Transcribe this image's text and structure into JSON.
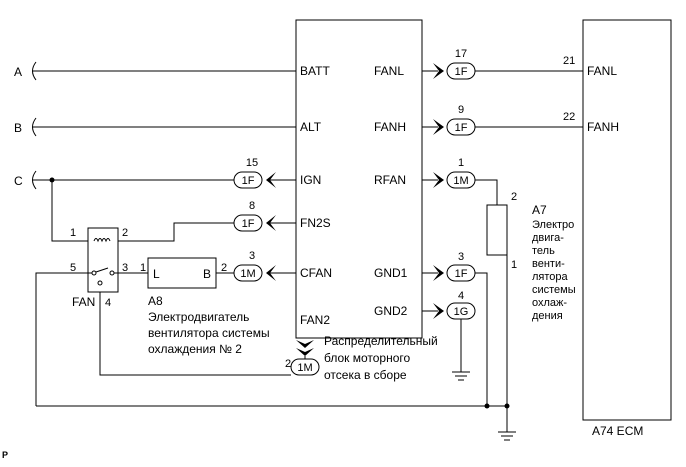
{
  "inputs": {
    "a": "A",
    "b": "B",
    "c": "C"
  },
  "junction_block": {
    "pins": {
      "batt": "BATT",
      "alt": "ALT",
      "ign": "IGN",
      "fn2s": "FN2S",
      "cfan": "CFAN",
      "fan2": "FAN2",
      "fanl": "FANL",
      "fanh": "FANH",
      "rfan": "RFAN",
      "gnd1": "GND1",
      "gnd2": "GND2"
    },
    "label": [
      "Распределительный",
      "блок моторного",
      "отсека в сборе"
    ]
  },
  "connectors": {
    "ign": {
      "num": "15",
      "id": "1F"
    },
    "fn2s": {
      "num": "8",
      "id": "1F"
    },
    "cfan": {
      "num": "3",
      "id": "1M"
    },
    "fan2": {
      "num": "2",
      "id": "1M"
    },
    "fanl": {
      "num": "17",
      "id": "1F"
    },
    "fanh": {
      "num": "9",
      "id": "1F"
    },
    "rfan": {
      "num": "1",
      "id": "1M"
    },
    "gnd1": {
      "num": "3",
      "id": "1F"
    },
    "gnd2": {
      "num": "4",
      "id": "1G"
    }
  },
  "relay": {
    "label": "FAN",
    "pins": {
      "p1": "1",
      "p2": "2",
      "p3": "3",
      "p4": "4",
      "p5": "5"
    }
  },
  "motor_a8": {
    "id": "A8",
    "pin_l": "L",
    "pin_b": "B",
    "pin1": "1",
    "pin2": "2",
    "label": [
      "Электродвигатель",
      "вентилятора системы",
      "охлаждения № 2"
    ]
  },
  "motor_a7": {
    "id": "A7",
    "pin2": "2",
    "pin1": "1",
    "label": [
      "Электро",
      "двига-",
      "тель",
      "венти-",
      "лятора",
      "системы",
      "охлаж-",
      "дения"
    ]
  },
  "ecm": {
    "label": "A74  ECM",
    "pins": [
      {
        "num": "21",
        "name": "FANL"
      },
      {
        "num": "22",
        "name": "FANH"
      }
    ]
  },
  "corner_label": "P"
}
